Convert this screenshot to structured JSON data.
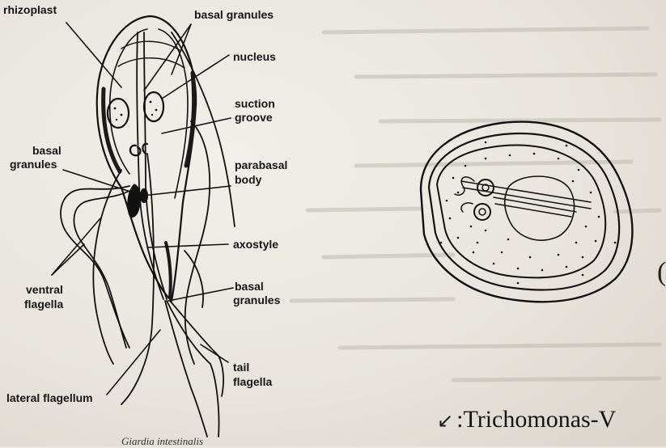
{
  "labels": {
    "rhizoplast": "rhizoplast",
    "basal_granules_top": "basal granules",
    "nucleus": "nucleus",
    "suction_groove_1": "suction",
    "suction_groove_2": "groove",
    "basal_granules_left_1": "basal",
    "basal_granules_left_2": "granules",
    "parabasal_body_1": "parabasal",
    "parabasal_body_2": "body",
    "axostyle": "axostyle",
    "basal_granules_lower_1": "basal",
    "basal_granules_lower_2": "granules",
    "ventral_flagella_1": "ventral",
    "ventral_flagella_2": "flagella",
    "tail_flagella_1": "tail",
    "tail_flagella_2": "flagella",
    "lateral_flagellum": "lateral flagellum"
  },
  "species_caption": "Giardia intestinalis",
  "caption": {
    "arrow": "↙",
    "text": ":Trichomonas-V"
  },
  "edge_glyph": "("
}
